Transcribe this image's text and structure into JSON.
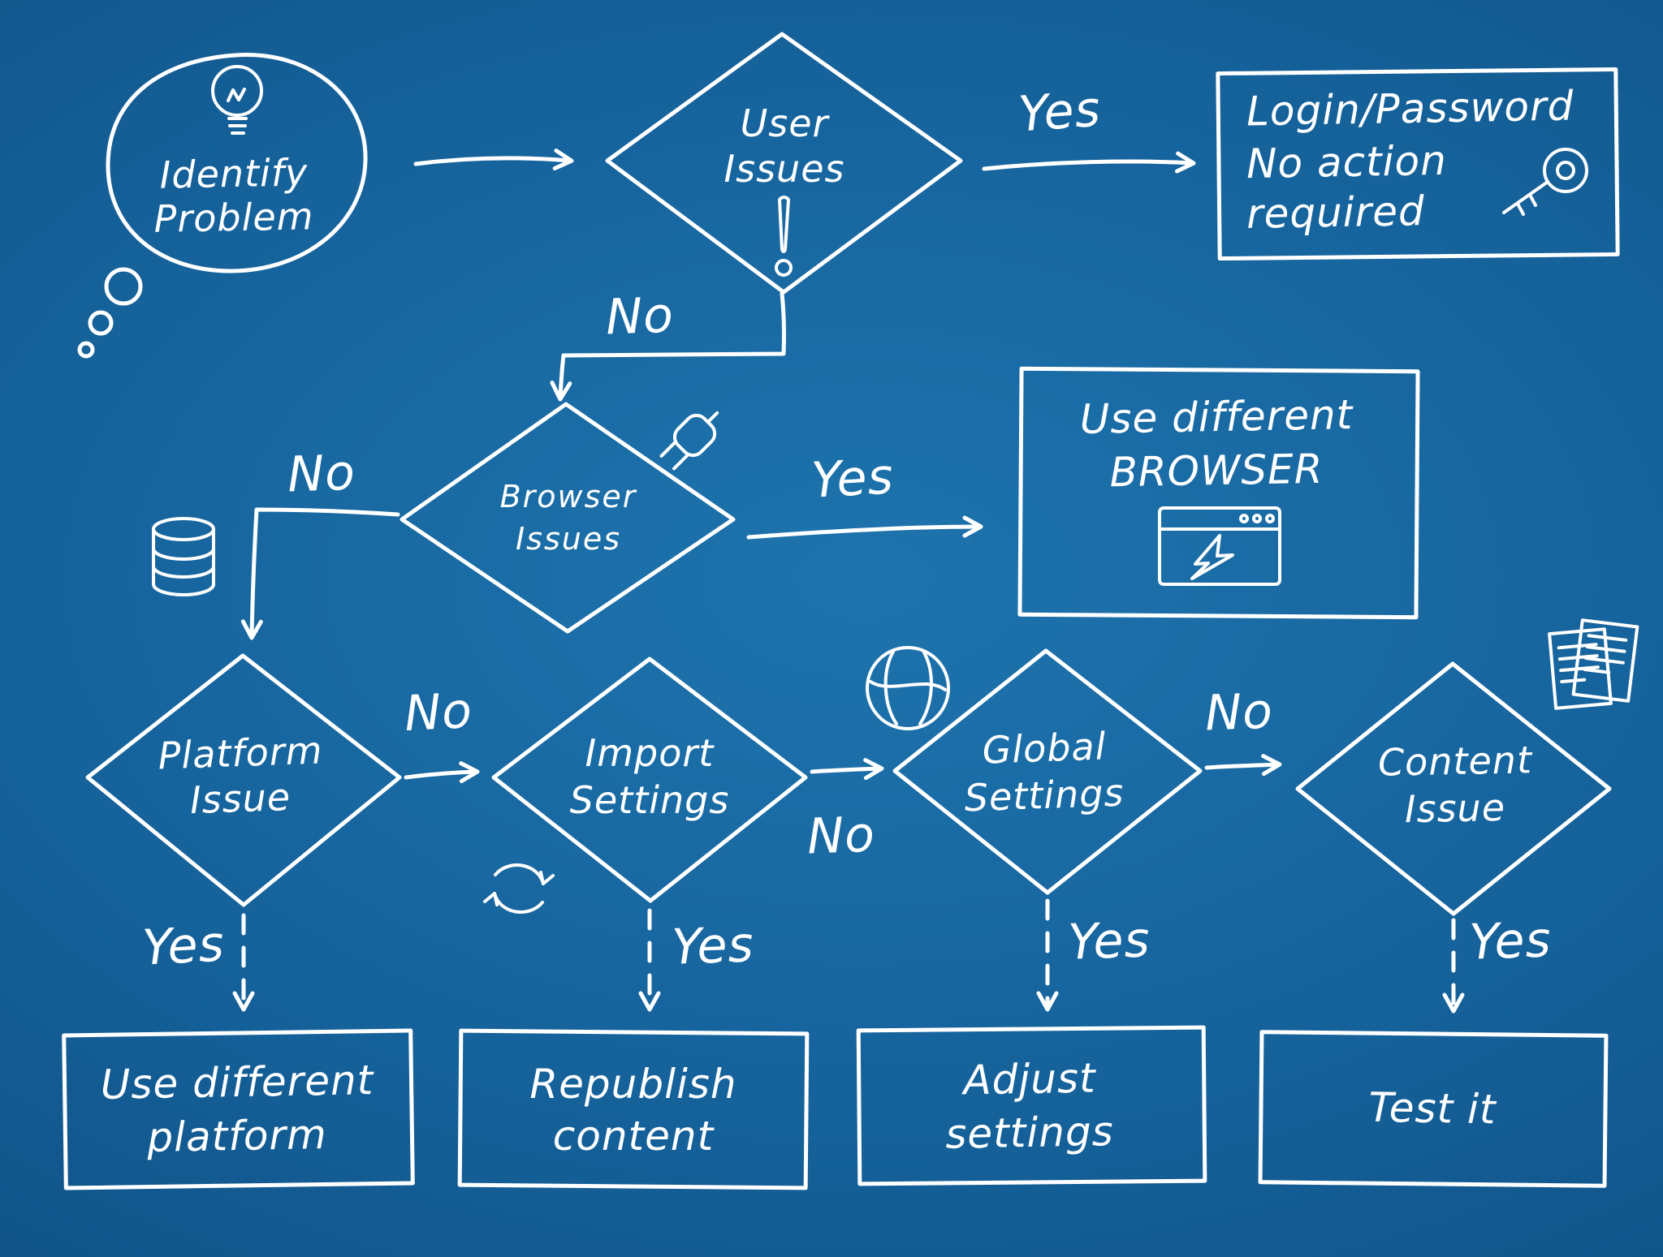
{
  "colors": {
    "background_center": "#1e74ae",
    "background_edge": "#0a4270",
    "ink": "#ffffff"
  },
  "nodes": {
    "identify_problem": {
      "line1": "Identify",
      "line2": "Problem"
    },
    "user_issues": {
      "line1": "User",
      "line2": "Issues"
    },
    "login_password": {
      "line1": "Login/Password",
      "line2": "No action",
      "line3": "required"
    },
    "browser_issues": {
      "line1": "Browser",
      "line2": "Issues"
    },
    "use_different_browser": {
      "line1": "Use different",
      "line2": "BROWSER"
    },
    "platform_issue": {
      "line1": "Platform",
      "line2": "Issue"
    },
    "import_settings": {
      "line1": "Import",
      "line2": "Settings"
    },
    "global_settings": {
      "line1": "Global",
      "line2": "Settings"
    },
    "content_issue": {
      "line1": "Content",
      "line2": "Issue"
    },
    "use_different_platform": {
      "line1": "Use different",
      "line2": "platform"
    },
    "republish_content": {
      "line1": "Republish",
      "line2": "content"
    },
    "adjust_settings": {
      "line1": "Adjust",
      "line2": "settings"
    },
    "test_it": {
      "line1": "Test it"
    }
  },
  "edge_labels": {
    "user_yes": "Yes",
    "user_no": "No",
    "browser_yes": "Yes",
    "browser_no": "No",
    "platform_no": "No",
    "import_no": "No",
    "global_no": "No",
    "platform_yes": "Yes",
    "import_yes": "Yes",
    "global_yes": "Yes",
    "content_yes": "Yes"
  },
  "icons": {
    "identify_problem": "lightbulb-icon",
    "user_issues": "exclamation-icon",
    "login_password": "key-icon",
    "browser_issues": "plug-icon",
    "use_different_browser": "browser-window-lightning-icon",
    "platform_branch": "database-icon",
    "import_settings": "refresh-arrows-icon",
    "global_settings": "globe-icon",
    "content_issue": "documents-icon"
  }
}
